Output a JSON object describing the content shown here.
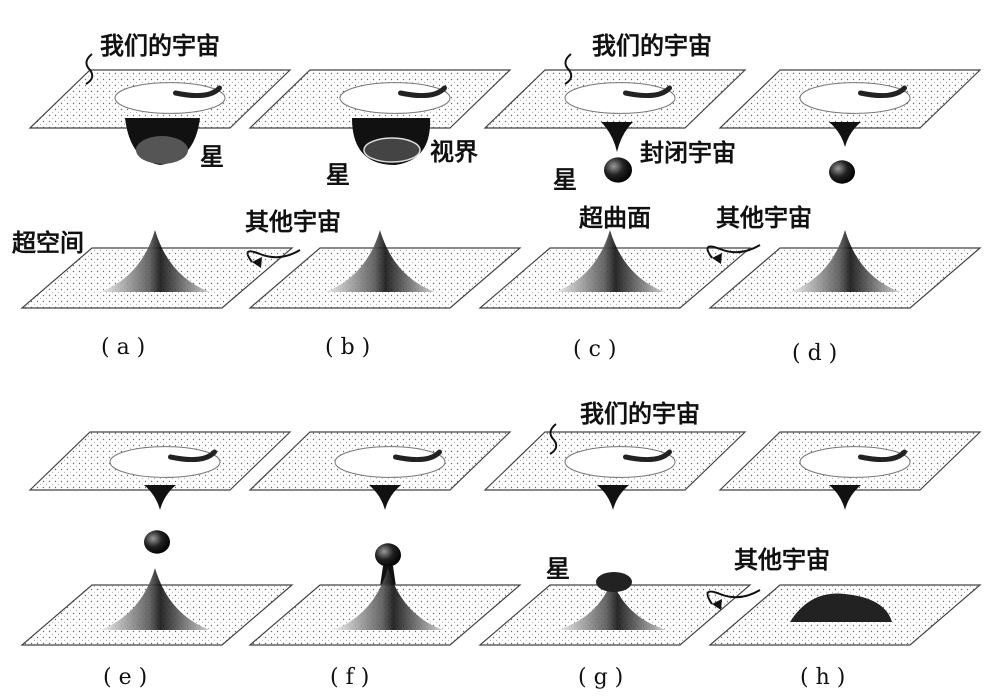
{
  "labels": {
    "our_universe": "我们的宇宙",
    "star": "星",
    "horizon": "视界",
    "closed_universe": "封闭宇宙",
    "hyperspace": "超空间",
    "hypersurface": "超曲面",
    "other_universe": "其他宇宙"
  },
  "captions": {
    "a": "( a )",
    "b": "( b )",
    "c": "( c )",
    "d": "( d )",
    "e": "( e )",
    "f": "( f )",
    "g": "( g )",
    "h": "( h )"
  },
  "colors": {
    "ink": "#111111",
    "stipple": "#6b6b6b",
    "background": "#ffffff"
  }
}
